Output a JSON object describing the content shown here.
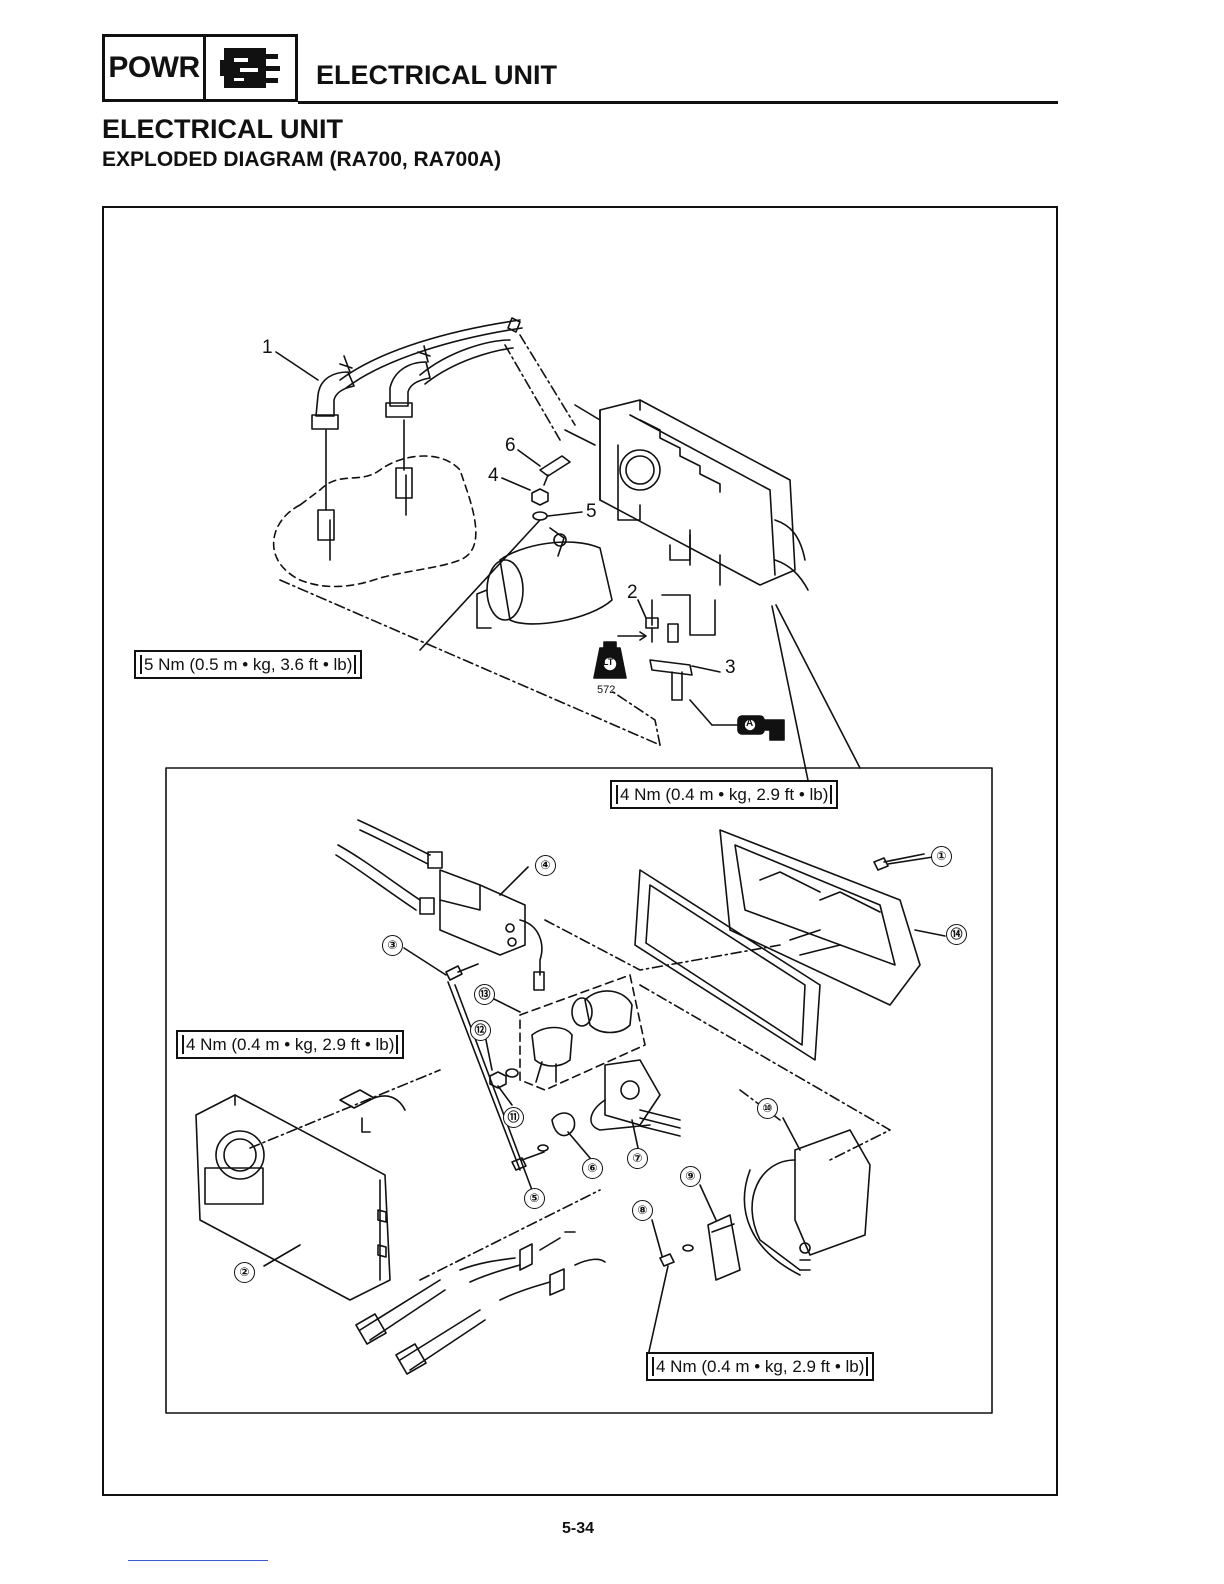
{
  "header": {
    "section_tag": "POWR",
    "section_icon": "electrical-unit-icon",
    "running_title": "ELECTRICAL UNIT"
  },
  "page": {
    "title": "ELECTRICAL UNIT",
    "subtitle": "EXPLODED DIAGRAM (RA700, RA700A)",
    "page_number": "5-34"
  },
  "diagram": {
    "torque_specs": [
      "5 Nm (0.5 m • kg, 3.6 ft • lb)",
      "4 Nm (0.4 m • kg, 2.9 ft • lb)",
      "4 Nm (0.4 m • kg, 2.9 ft • lb)",
      "4 Nm (0.4 m • kg, 2.9 ft • lb)"
    ],
    "callouts_main": [
      "1",
      "2",
      "3",
      "4",
      "5",
      "6"
    ],
    "callouts_detail": [
      "①",
      "②",
      "③",
      "④",
      "⑤",
      "⑥",
      "⑦",
      "⑧",
      "⑨",
      "⑩",
      "⑪",
      "⑫",
      "⑬",
      "⑭"
    ],
    "loctite_label": "LT",
    "loctite_number": "572",
    "grease_label": "A",
    "colors": {
      "ink": "#111111",
      "paper": "#ffffff"
    }
  }
}
